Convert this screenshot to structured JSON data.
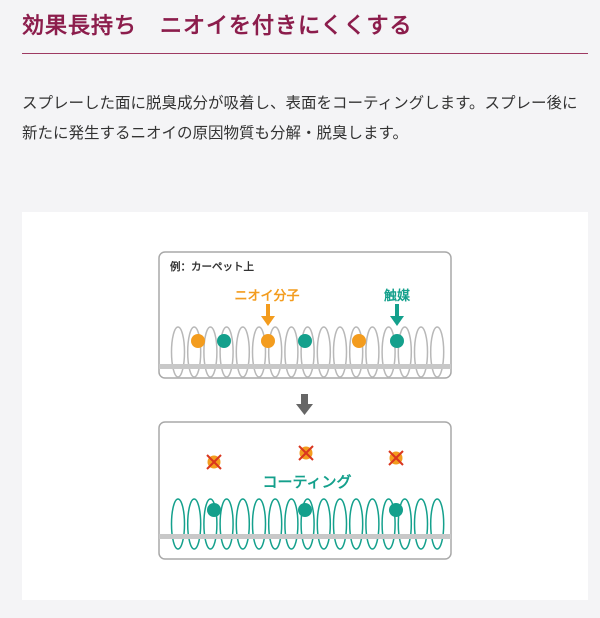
{
  "section": {
    "title": "効果長持ち　ニオイを付きにくくする",
    "description": "スプレーした面に脱臭成分が吸着し、表面をコーティングします。スプレー後に新たに発生するニオイの原因物質も分解・脱臭します。"
  },
  "diagram": {
    "panel_before": {
      "caption": "例：カーペット上",
      "odor_label": "ニオイ分子",
      "catalyst_label": "触媒"
    },
    "panel_after": {
      "coating_label": "コーティング"
    },
    "colors": {
      "odor_molecule": "#f39c1e",
      "catalyst": "#14a08c",
      "heading": "#8c1d4c",
      "eliminated_x": "#d9361f",
      "arrow": "#666666",
      "fiber_before": "#b8b8b8",
      "fiber_after": "#14a08c",
      "base_line": "#c8c8c8"
    }
  }
}
